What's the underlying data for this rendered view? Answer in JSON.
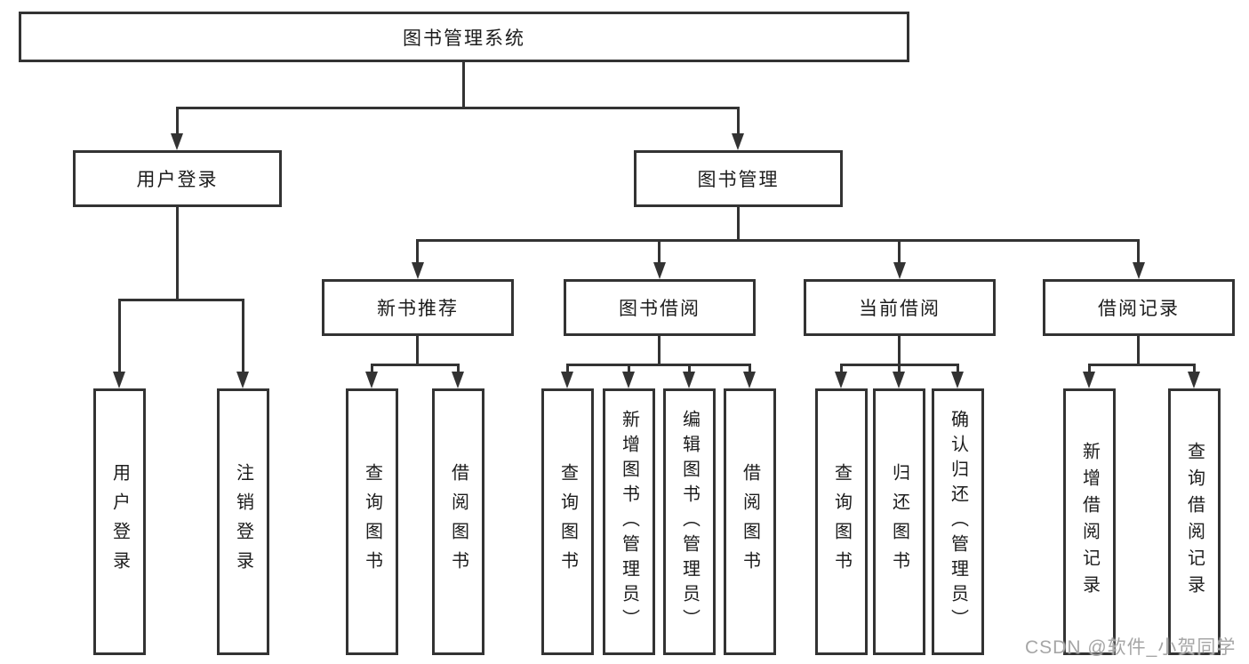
{
  "colors": {
    "line": "#333333",
    "box_border": "#333333",
    "text": "#1c1c1c",
    "background": "#ffffff",
    "watermark": "#a6a6a6"
  },
  "tree": {
    "root": {
      "label": "图书管理系统"
    },
    "branches": [
      {
        "label": "用户登录",
        "children": [
          {
            "label": "用户登录"
          },
          {
            "label": "注销登录"
          }
        ]
      },
      {
        "label": "图书管理",
        "children": [
          {
            "label": "新书推荐",
            "children": [
              {
                "label": "查询图书"
              },
              {
                "label": "借阅图书"
              }
            ]
          },
          {
            "label": "图书借阅",
            "children": [
              {
                "label": "查询图书"
              },
              {
                "label": "新增图书（管理员）"
              },
              {
                "label": "编辑图书（管理员）"
              },
              {
                "label": "借阅图书"
              }
            ]
          },
          {
            "label": "当前借阅",
            "children": [
              {
                "label": "查询图书"
              },
              {
                "label": "归还图书"
              },
              {
                "label": "确认归还（管理员）"
              }
            ]
          },
          {
            "label": "借阅记录",
            "children": [
              {
                "label": "新增借阅记录"
              },
              {
                "label": "查询借阅记录"
              }
            ]
          }
        ]
      }
    ]
  },
  "watermark": {
    "text": "CSDN @软件_小贺同学"
  }
}
